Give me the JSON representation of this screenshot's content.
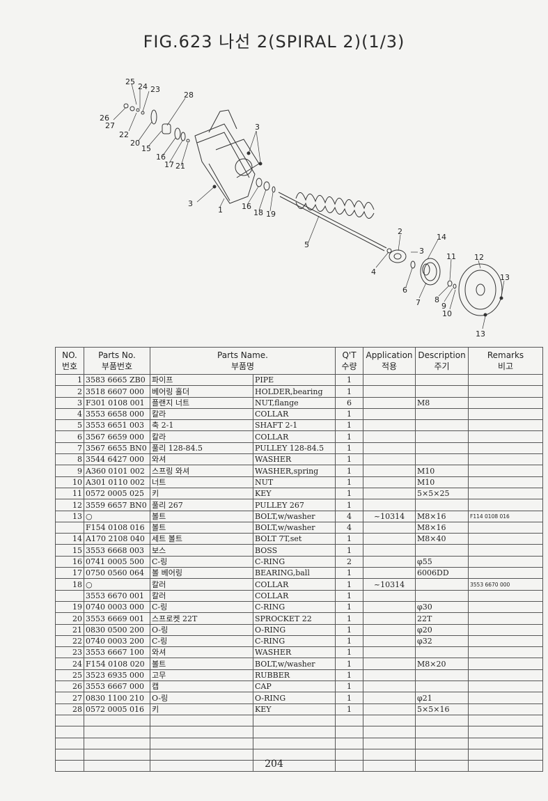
{
  "title": "FIG.623 나선 2(SPIRAL 2)(1/3)",
  "callouts": [
    "25",
    "24",
    "23",
    "28",
    "26",
    "27",
    "22",
    "20",
    "15",
    "16",
    "17",
    "21",
    "3",
    "3",
    "1",
    "16",
    "18",
    "19",
    "5",
    "2",
    "3",
    "14",
    "4",
    "6",
    "11",
    "12",
    "13",
    "7",
    "8",
    "9",
    "10",
    "13"
  ],
  "headers": {
    "no": [
      "NO.",
      "번호"
    ],
    "part_no": [
      "Parts No.",
      "부품번호"
    ],
    "name": [
      "Parts Name.",
      "부품명"
    ],
    "qty": [
      "Q'T",
      "수량"
    ],
    "application": [
      "Application",
      "적용"
    ],
    "description": [
      "Description",
      "주기"
    ],
    "remarks": [
      "Remarks",
      "비고"
    ]
  },
  "rows": [
    {
      "no": "1",
      "part": "3583 6665 ZB0",
      "kr": "파이프",
      "en": "PIPE",
      "qty": "1",
      "app": "",
      "desc": "",
      "rem": ""
    },
    {
      "no": "2",
      "part": "3518 6607 000",
      "kr": "베어링 홀더",
      "en": "HOLDER,bearing",
      "qty": "1",
      "app": "",
      "desc": "",
      "rem": ""
    },
    {
      "no": "3",
      "part": "F301 0108 001",
      "kr": "플랜지 너트",
      "en": "NUT,flange",
      "qty": "6",
      "app": "",
      "desc": "M8",
      "rem": ""
    },
    {
      "no": "4",
      "part": "3553 6658 000",
      "kr": "칼라",
      "en": "COLLAR",
      "qty": "1",
      "app": "",
      "desc": "",
      "rem": ""
    },
    {
      "no": "5",
      "part": "3553 6651 003",
      "kr": "축 2-1",
      "en": "SHAFT 2-1",
      "qty": "1",
      "app": "",
      "desc": "",
      "rem": ""
    },
    {
      "no": "6",
      "part": "3567 6659 000",
      "kr": "칼라",
      "en": "COLLAR",
      "qty": "1",
      "app": "",
      "desc": "",
      "rem": ""
    },
    {
      "no": "7",
      "part": "3567 6655 BN0",
      "kr": "풀리 128-84.5",
      "en": "PULLEY 128-84.5",
      "qty": "1",
      "app": "",
      "desc": "",
      "rem": ""
    },
    {
      "no": "8",
      "part": "3544 6427 000",
      "kr": "와셔",
      "en": "WASHER",
      "qty": "1",
      "app": "",
      "desc": "",
      "rem": ""
    },
    {
      "no": "9",
      "part": "A360 0101 002",
      "kr": "스프링 와셔",
      "en": "WASHER,spring",
      "qty": "1",
      "app": "",
      "desc": "M10",
      "rem": ""
    },
    {
      "no": "10",
      "part": "A301 0110 002",
      "kr": "너트",
      "en": "NUT",
      "qty": "1",
      "app": "",
      "desc": "M10",
      "rem": ""
    },
    {
      "no": "11",
      "part": "0572 0005 025",
      "kr": "키",
      "en": "KEY",
      "qty": "1",
      "app": "",
      "desc": "5×5×25",
      "rem": ""
    },
    {
      "no": "12",
      "part": "3559 6657 BN0",
      "kr": "풀리 267",
      "en": "PULLEY 267",
      "qty": "1",
      "app": "",
      "desc": "",
      "rem": ""
    },
    {
      "no": "13",
      "part": "○",
      "kr": "볼트",
      "en": "BOLT,w/washer",
      "qty": "4",
      "app": "~10314",
      "desc": "M8×16",
      "rem": "F114 0108 016"
    },
    {
      "no": "",
      "part": "F154 0108 016",
      "kr": "볼트",
      "en": "BOLT,w/washer",
      "qty": "4",
      "app": "",
      "desc": "M8×16",
      "rem": ""
    },
    {
      "no": "14",
      "part": "A170 2108 040",
      "kr": "세트 볼트",
      "en": "BOLT 7T,set",
      "qty": "1",
      "app": "",
      "desc": "M8×40",
      "rem": ""
    },
    {
      "no": "15",
      "part": "3553 6668 003",
      "kr": "보스",
      "en": "BOSS",
      "qty": "1",
      "app": "",
      "desc": "",
      "rem": ""
    },
    {
      "no": "16",
      "part": "0741 0005 500",
      "kr": "C-링",
      "en": "C-RING",
      "qty": "2",
      "app": "",
      "desc": "φ55",
      "rem": ""
    },
    {
      "no": "17",
      "part": "0750 0560 064",
      "kr": "볼 베어링",
      "en": "BEARING,ball",
      "qty": "1",
      "app": "",
      "desc": "6006DD",
      "rem": ""
    },
    {
      "no": "18",
      "part": "○",
      "kr": "칼러",
      "en": "COLLAR",
      "qty": "1",
      "app": "~10314",
      "desc": "",
      "rem": "3553 6670 000"
    },
    {
      "no": "",
      "part": "3553 6670 001",
      "kr": "칼러",
      "en": "COLLAR",
      "qty": "1",
      "app": "",
      "desc": "",
      "rem": ""
    },
    {
      "no": "19",
      "part": "0740 0003 000",
      "kr": "C-링",
      "en": "C-RING",
      "qty": "1",
      "app": "",
      "desc": "φ30",
      "rem": ""
    },
    {
      "no": "20",
      "part": "3553 6669 001",
      "kr": "스프로켓 22T",
      "en": "SPROCKET 22",
      "qty": "1",
      "app": "",
      "desc": "22T",
      "rem": ""
    },
    {
      "no": "21",
      "part": "0830 0500 200",
      "kr": "O-링",
      "en": "O-RING",
      "qty": "1",
      "app": "",
      "desc": "φ20",
      "rem": ""
    },
    {
      "no": "22",
      "part": "0740 0003 200",
      "kr": "C-링",
      "en": "C-RING",
      "qty": "1",
      "app": "",
      "desc": "φ32",
      "rem": ""
    },
    {
      "no": "23",
      "part": "3553 6667 100",
      "kr": "와셔",
      "en": "WASHER",
      "qty": "1",
      "app": "",
      "desc": "",
      "rem": ""
    },
    {
      "no": "24",
      "part": "F154 0108 020",
      "kr": "볼트",
      "en": "BOLT,w/washer",
      "qty": "1",
      "app": "",
      "desc": "M8×20",
      "rem": ""
    },
    {
      "no": "25",
      "part": "3523 6935 000",
      "kr": "고무",
      "en": "RUBBER",
      "qty": "1",
      "app": "",
      "desc": "",
      "rem": ""
    },
    {
      "no": "26",
      "part": "3553 6667 000",
      "kr": "캡",
      "en": "CAP",
      "qty": "1",
      "app": "",
      "desc": "",
      "rem": ""
    },
    {
      "no": "27",
      "part": "0830 1100 210",
      "kr": "O-링",
      "en": "O-RING",
      "qty": "1",
      "app": "",
      "desc": "φ21",
      "rem": ""
    },
    {
      "no": "28",
      "part": "0572 0005 016",
      "kr": "키",
      "en": "KEY",
      "qty": "1",
      "app": "",
      "desc": "5×5×16",
      "rem": ""
    }
  ],
  "page_number": "204"
}
